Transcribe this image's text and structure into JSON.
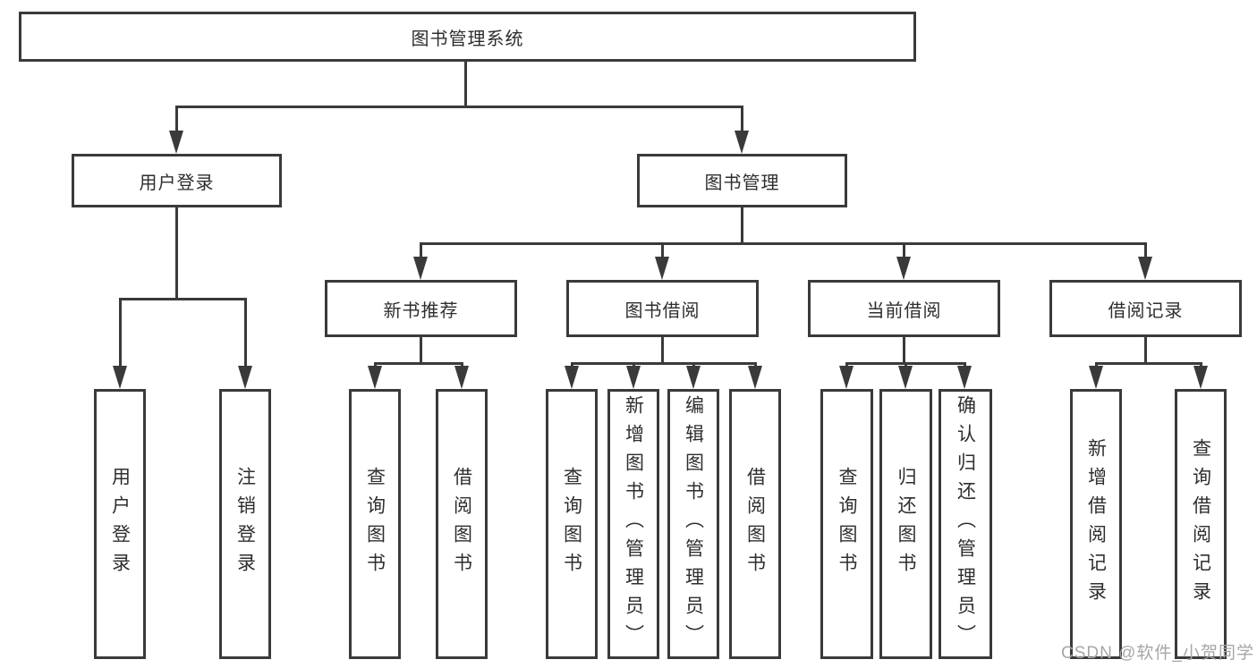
{
  "diagram": {
    "title_note": "library management system feature tree",
    "line_color": "#3a3a3a",
    "root": {
      "label": "图书管理系统"
    },
    "level1": [
      {
        "label": "用户登录"
      },
      {
        "label": "图书管理"
      }
    ],
    "level2": [
      {
        "label": "新书推荐"
      },
      {
        "label": "图书借阅"
      },
      {
        "label": "当前借阅"
      },
      {
        "label": "借阅记录"
      }
    ],
    "leaves": [
      {
        "group": "用户登录",
        "label": "用户登录"
      },
      {
        "group": "用户登录",
        "label": "注销登录"
      },
      {
        "group": "新书推荐",
        "label": "查询图书"
      },
      {
        "group": "新书推荐",
        "label": "借阅图书"
      },
      {
        "group": "图书借阅",
        "label": "查询图书"
      },
      {
        "group": "图书借阅",
        "label": "新增图书（管理员）"
      },
      {
        "group": "图书借阅",
        "label": "编辑图书（管理员）"
      },
      {
        "group": "图书借阅",
        "label": "借阅图书"
      },
      {
        "group": "当前借阅",
        "label": "查询图书"
      },
      {
        "group": "当前借阅",
        "label": "归还图书"
      },
      {
        "group": "当前借阅",
        "label": "确认归还（管理员）"
      },
      {
        "group": "借阅记录",
        "label": "新增借阅记录"
      },
      {
        "group": "借阅记录",
        "label": "查询借阅记录"
      }
    ]
  },
  "watermark": {
    "text": "CSDN @软件_小贺同学"
  }
}
